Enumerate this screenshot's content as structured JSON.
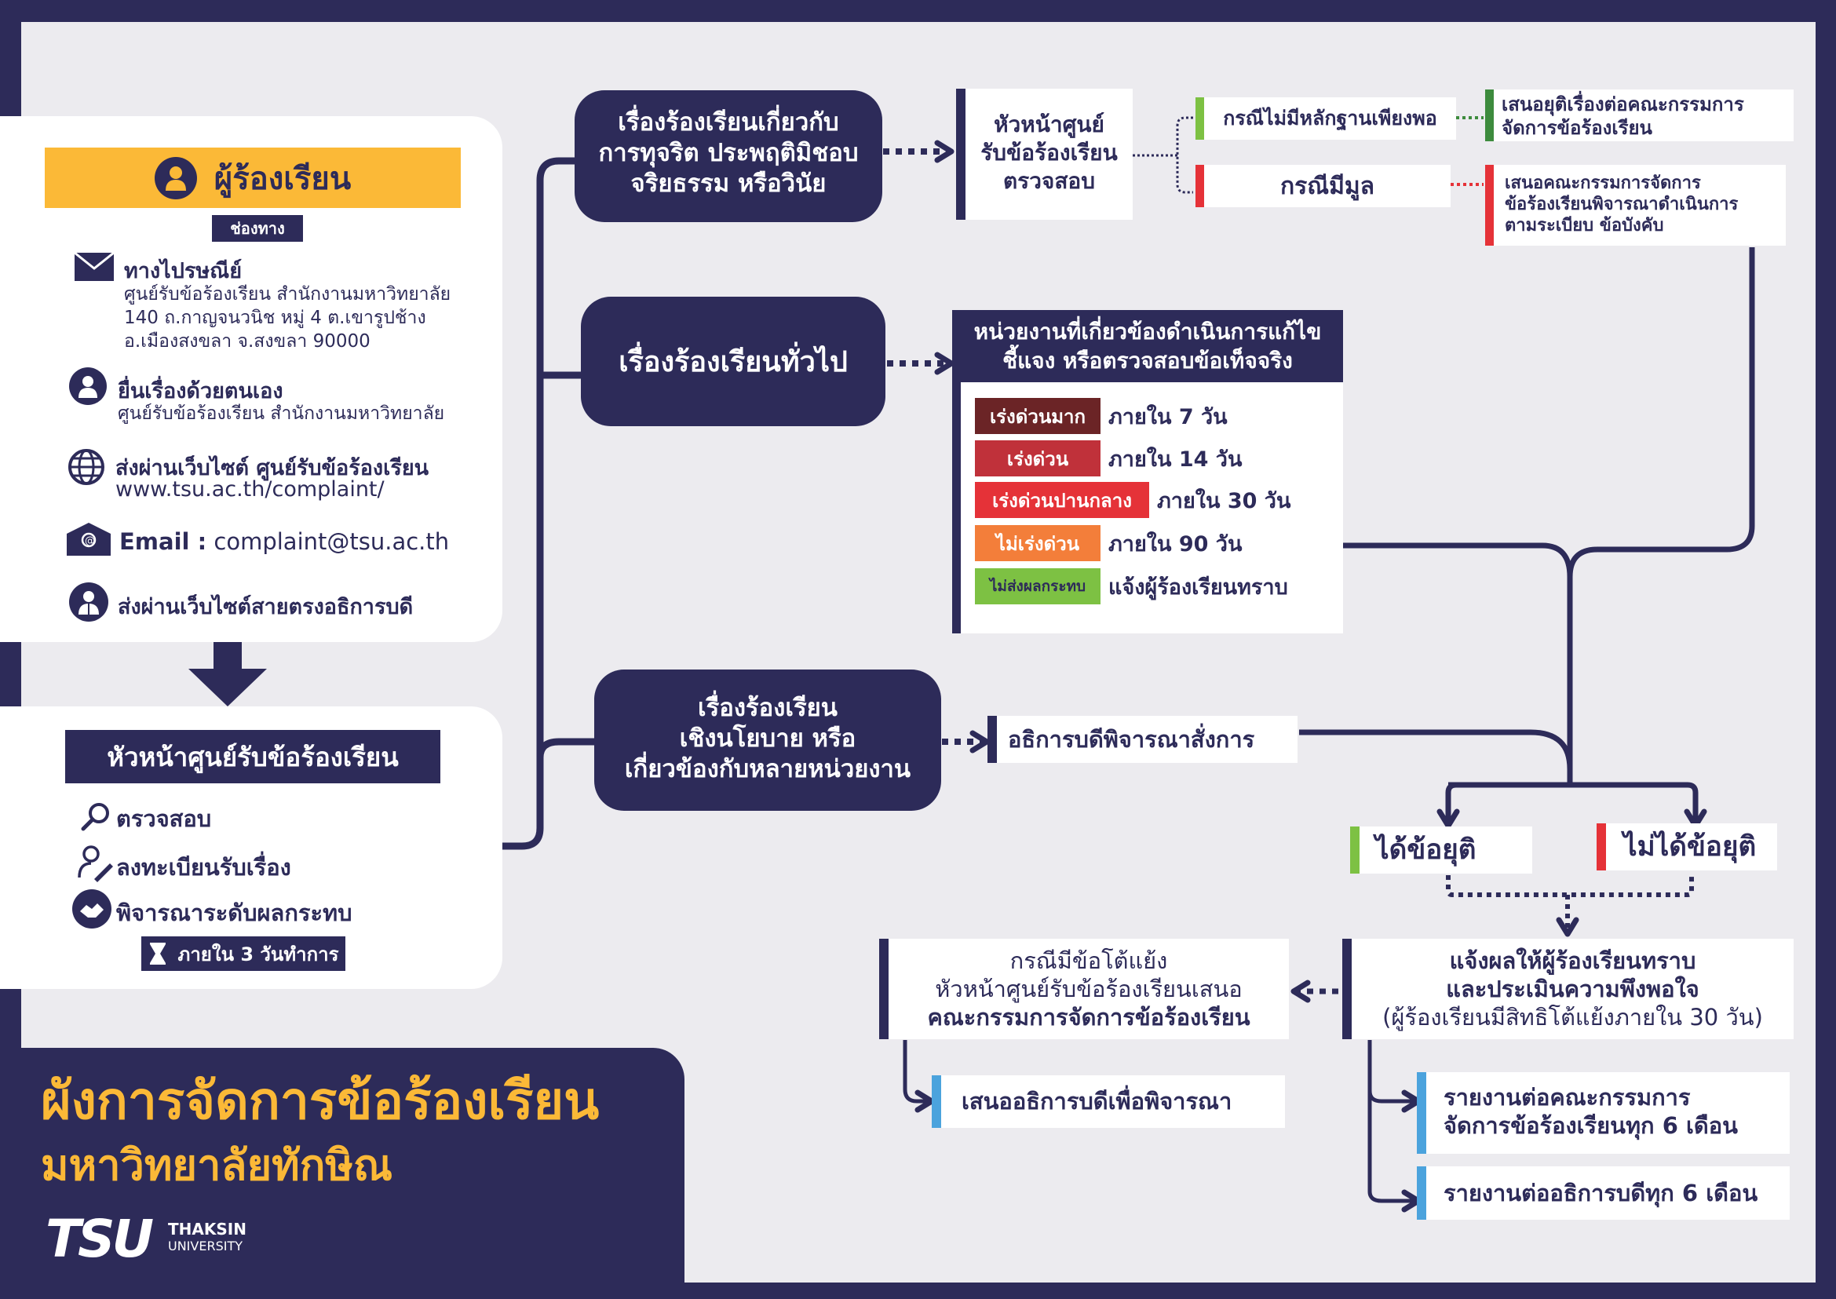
{
  "colors": {
    "navy": "#2d2b59",
    "yellow": "#fbb937",
    "panel": "#ecebef",
    "green": "#7dc143",
    "red": "#e53238",
    "blue": "#4ba3dd",
    "dark_red": "#6b2426",
    "mid_red": "#c0313a",
    "orange": "#f37e3a"
  },
  "complainant": {
    "title": "ผู้ร้องเรียน",
    "channels_label": "ช่องทาง",
    "post": {
      "title": "ทางไปรษณีย์",
      "line1": "ศูนย์รับข้อร้องเรียน สำนักงานมหาวิทยาลัย",
      "line2": "140 ถ.กาญจนวนิช หมู่ 4 ต.เขารูปช้าง",
      "line3": "อ.เมืองสงขลา จ.สงขลา 90000"
    },
    "self": {
      "title": "ยื่นเรื่องด้วยตนเอง",
      "line1": "ศูนย์รับข้อร้องเรียน สำนักงานมหาวิทยาลัย"
    },
    "web": {
      "title": "ส่งผ่านเว็บไซต์ ศูนย์รับข้อร้องเรียน",
      "url": "www.tsu.ac.th/complaint/"
    },
    "email": {
      "label": "Email :",
      "value": "complaint@tsu.ac.th"
    },
    "direct": {
      "title": "ส่งผ่านเว็บไซต์สายตรงอธิการบดี"
    }
  },
  "center_head": {
    "title": "หัวหน้าศูนย์รับข้อร้องเรียน",
    "step1": "ตรวจสอบ",
    "step2": "ลงทะเบียนรับเรื่อง",
    "step3": "พิจารณาระดับผลกระทบ",
    "deadline": "ภายใน 3 วันทำการ"
  },
  "poster": {
    "title_line1": "ผังการจัดการข้อร้องเรียน",
    "title_line2": "มหาวิทยาลัยทักษิณ",
    "logo_text": "TSU",
    "logo_sub1": "THAKSIN",
    "logo_sub2": "UNIVERSITY"
  },
  "categories": {
    "fraud": {
      "line1": "เรื่องร้องเรียนเกี่ยวกับ",
      "line2": "การทุจริต ประพฤติมิชอบ",
      "line3": "จริยธรรม หรือวินัย"
    },
    "general": {
      "line1": "เรื่องร้องเรียนทั่วไป"
    },
    "policy": {
      "line1": "เรื่องร้องเรียน",
      "line2": "เชิงนโยบาย หรือ",
      "line3": "เกี่ยวข้องกับหลายหน่วยงาน"
    }
  },
  "fraud_flow": {
    "head": {
      "line1": "หัวหน้าศูนย์",
      "line2": "รับข้อร้องเรียน",
      "line3": "ตรวจสอบ"
    },
    "no_evidence": "กรณีไม่มีหลักฐานเพียงพอ",
    "has_merit": "กรณีมีมูล",
    "end_case": {
      "line1": "เสนอยุติเรื่องต่อคณะกรรมการ",
      "line2": "จัดการข้อร้องเรียน"
    },
    "propose": {
      "line1": "เสนอคณะกรรมการจัดการ",
      "line2": "ข้อร้องเรียนพิจารณาดำเนินการ",
      "line3": "ตามระเบียบ ข้อบังคับ"
    }
  },
  "general_flow": {
    "header": {
      "line1": "หน่วยงานที่เกี่ยวข้องดำเนินการแก้ไข",
      "line2": "ชี้แจง หรือตรวจสอบข้อเท็จจริง"
    },
    "levels": [
      {
        "label": "เร่งด่วนมาก",
        "value": "ภายใน 7 วัน"
      },
      {
        "label": "เร่งด่วน",
        "value": "ภายใน 14 วัน"
      },
      {
        "label": "เร่งด่วนปานกลาง",
        "value": "ภายใน 30 วัน"
      },
      {
        "label": "ไม่เร่งด่วน",
        "value": "ภายใน 90 วัน"
      },
      {
        "label": "ไม่ส่งผลกระทบ",
        "value": "แจ้งผู้ร้องเรียนทราบ"
      }
    ]
  },
  "policy_flow": {
    "president": "อธิการบดีพิจารณาสั่งการ"
  },
  "outcome": {
    "resolved": "ได้ข้อยุติ",
    "unresolved": "ไม่ได้ข้อยุติ",
    "notify": {
      "line1": "แจ้งผลให้ผู้ร้องเรียนทราบ",
      "line2": "และประเมินความพึงพอใจ",
      "line3": "(ผู้ร้องเรียนมีสิทธิโต้แย้งภายใน 30 วัน)"
    },
    "appeal": {
      "line1": "กรณีมีข้อโต้แย้ง",
      "line2": "หัวหน้าศูนย์รับข้อร้องเรียนเสนอ",
      "line3": "คณะกรรมการจัดการข้อร้องเรียน"
    },
    "propose_president": "เสนออธิการบดีเพื่อพิจารณา",
    "report_committee": {
      "line1": "รายงานต่อคณะกรรมการ",
      "line2": "จัดการข้อร้องเรียนทุก 6 เดือน"
    },
    "report_president": "รายงานต่ออธิการบดีทุก 6 เดือน"
  }
}
